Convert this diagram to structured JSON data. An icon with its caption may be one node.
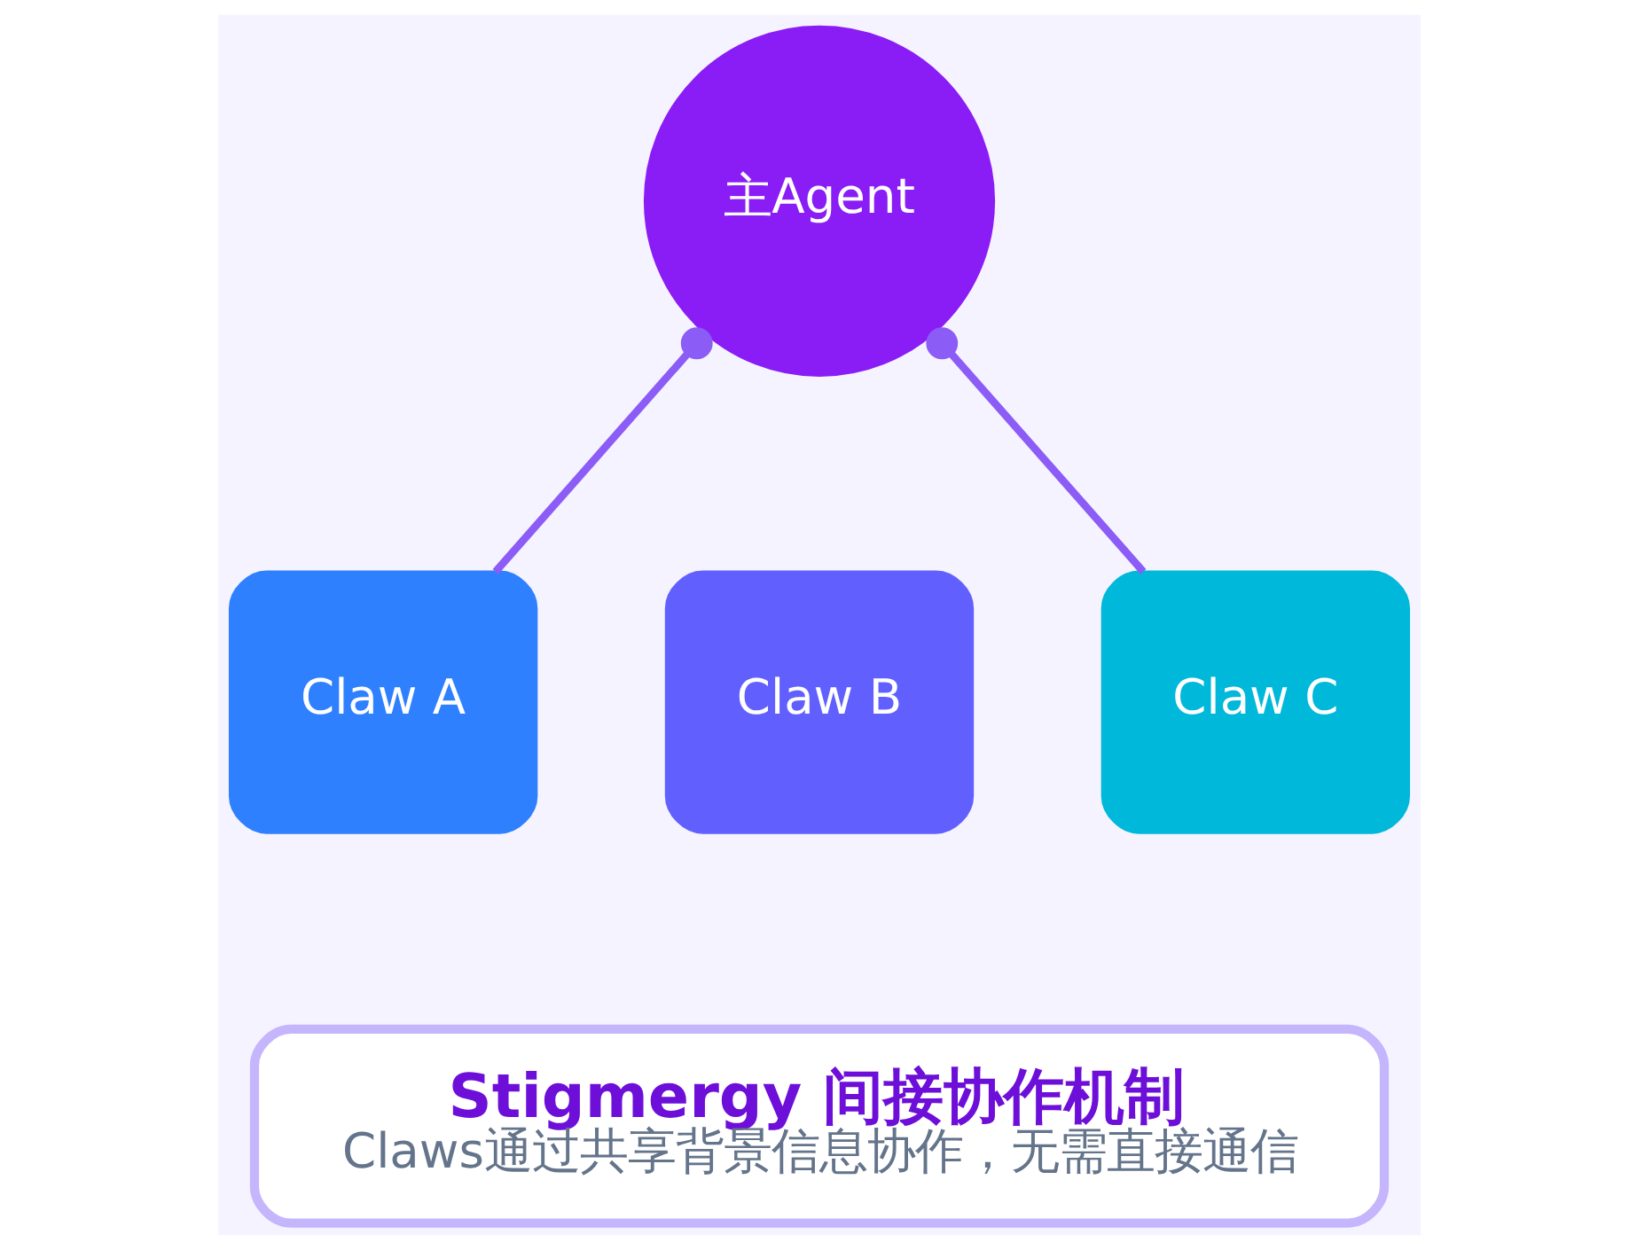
{
  "diagram": {
    "nodes": [
      {
        "text": [
          "主Agent"
        ]
      },
      {
        "text": [
          "Claw A"
        ]
      },
      {
        "text": [
          "Claw B"
        ]
      },
      {
        "text": [
          "Claw C"
        ]
      },
      {
        "text": [
          "Stigmergy 间接协作机制",
          "Claws通过共享背景信息协作，无需直接通信"
        ]
      }
    ],
    "edges": [
      {
        "from": 0,
        "to": 1,
        "arrow": "other"
      },
      {
        "from": 0,
        "to": 3,
        "arrow": "other"
      }
    ]
  }
}
